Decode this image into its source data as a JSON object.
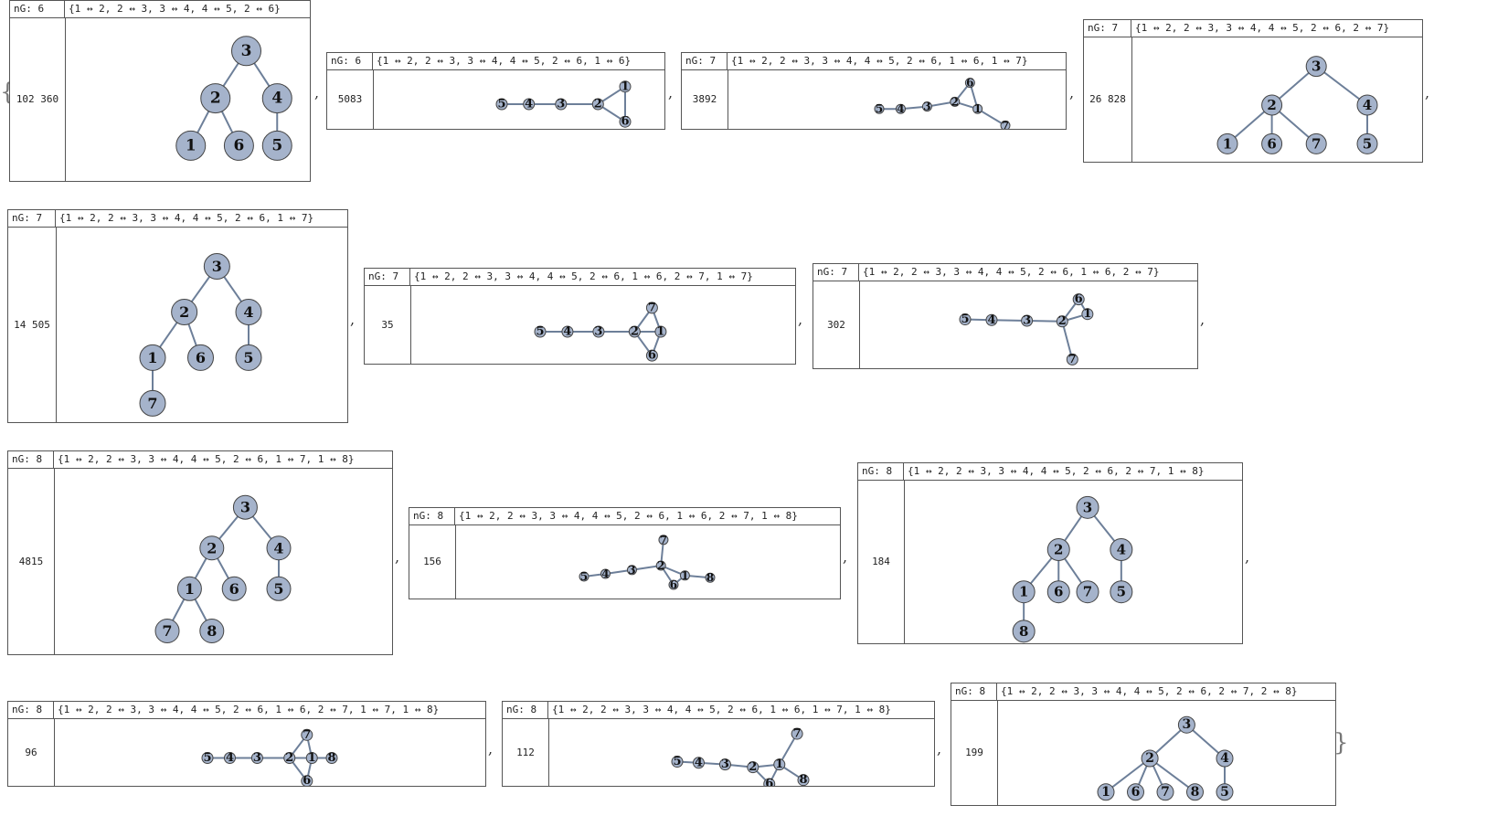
{
  "list_open": "{",
  "list_close": "}",
  "separator": ",",
  "ng_label": "nG:",
  "panels": [
    {
      "n": "6",
      "edges": "{1 ↔ 2, 2 ↔ 3, 3 ↔ 4, 4 ↔ 5, 2 ↔ 6}",
      "count": "102 360",
      "nodes": [
        [
          "3",
          0.5,
          0.1
        ],
        [
          "2",
          0.25,
          0.45
        ],
        [
          "4",
          0.75,
          0.45
        ],
        [
          "1",
          0.05,
          0.8
        ],
        [
          "6",
          0.44,
          0.8
        ],
        [
          "5",
          0.75,
          0.8
        ]
      ],
      "links": [
        [
          0,
          1
        ],
        [
          0,
          2
        ],
        [
          1,
          3
        ],
        [
          1,
          4
        ],
        [
          2,
          5
        ]
      ]
    },
    {
      "n": "6",
      "edges": "{1 ↔ 2, 2 ↔ 3, 3 ↔ 4, 4 ↔ 5, 2 ↔ 6, 1 ↔ 6}",
      "count": "5083",
      "nodes": [
        [
          "5",
          0.0,
          0.5
        ],
        [
          "4",
          0.22,
          0.5
        ],
        [
          "3",
          0.48,
          0.5
        ],
        [
          "2",
          0.78,
          0.5
        ],
        [
          "1",
          1.0,
          0.1
        ],
        [
          "6",
          1.0,
          0.9
        ]
      ],
      "links": [
        [
          0,
          1
        ],
        [
          1,
          2
        ],
        [
          2,
          3
        ],
        [
          3,
          4
        ],
        [
          3,
          5
        ],
        [
          4,
          5
        ]
      ]
    },
    {
      "n": "7",
      "edges": "{1 ↔ 2, 2 ↔ 3, 3 ↔ 4, 4 ↔ 5, 2 ↔ 6, 1 ↔ 6, 1 ↔ 7}",
      "count": "3892",
      "nodes": [
        [
          "5",
          0.0,
          0.6
        ],
        [
          "4",
          0.17,
          0.6
        ],
        [
          "3",
          0.38,
          0.55
        ],
        [
          "2",
          0.6,
          0.45
        ],
        [
          "6",
          0.72,
          0.05
        ],
        [
          "1",
          0.78,
          0.6
        ],
        [
          "7",
          1.0,
          0.95
        ]
      ],
      "links": [
        [
          0,
          1
        ],
        [
          1,
          2
        ],
        [
          2,
          3
        ],
        [
          3,
          4
        ],
        [
          3,
          5
        ],
        [
          4,
          5
        ],
        [
          5,
          6
        ]
      ]
    },
    {
      "n": "7",
      "edges": "{1 ↔ 2, 2 ↔ 3, 3 ↔ 4, 4 ↔ 5, 2 ↔ 6, 2 ↔ 7}",
      "count": "26 828",
      "nodes": [
        [
          "3",
          0.59,
          0.1
        ],
        [
          "2",
          0.32,
          0.5
        ],
        [
          "4",
          0.9,
          0.5
        ],
        [
          "1",
          0.05,
          0.9
        ],
        [
          "6",
          0.32,
          0.9
        ],
        [
          "7",
          0.59,
          0.9
        ],
        [
          "5",
          0.9,
          0.9
        ]
      ],
      "links": [
        [
          0,
          1
        ],
        [
          0,
          2
        ],
        [
          1,
          3
        ],
        [
          1,
          4
        ],
        [
          1,
          5
        ],
        [
          2,
          6
        ]
      ]
    },
    {
      "n": "7",
      "edges": "{1 ↔ 2, 2 ↔ 3, 3 ↔ 4, 4 ↔ 5, 2 ↔ 6, 1 ↔ 7}",
      "count": "14 505",
      "nodes": [
        [
          "3",
          0.67,
          0.1
        ],
        [
          "2",
          0.33,
          0.37
        ],
        [
          "4",
          1.0,
          0.37
        ],
        [
          "1",
          0.0,
          0.64
        ],
        [
          "6",
          0.5,
          0.64
        ],
        [
          "5",
          1.0,
          0.64
        ],
        [
          "7",
          0.0,
          0.91
        ]
      ],
      "links": [
        [
          0,
          1
        ],
        [
          0,
          2
        ],
        [
          1,
          3
        ],
        [
          1,
          4
        ],
        [
          2,
          5
        ],
        [
          3,
          6
        ]
      ]
    },
    {
      "n": "7",
      "edges": "{1 ↔ 2, 2 ↔ 3, 3 ↔ 4, 4 ↔ 5, 2 ↔ 6, 1 ↔ 6, 2 ↔ 7, 1 ↔ 7}",
      "count": "35",
      "nodes": [
        [
          "5",
          0.0,
          0.5
        ],
        [
          "4",
          0.22,
          0.5
        ],
        [
          "3",
          0.47,
          0.5
        ],
        [
          "2",
          0.76,
          0.5
        ],
        [
          "7",
          0.9,
          0.05
        ],
        [
          "1",
          0.97,
          0.5
        ],
        [
          "6",
          0.9,
          0.95
        ]
      ],
      "links": [
        [
          0,
          1
        ],
        [
          1,
          2
        ],
        [
          2,
          3
        ],
        [
          3,
          4
        ],
        [
          3,
          5
        ],
        [
          3,
          6
        ],
        [
          4,
          5
        ],
        [
          5,
          6
        ]
      ]
    },
    {
      "n": "7",
      "edges": "{1 ↔ 2, 2 ↔ 3, 3 ↔ 4, 4 ↔ 5, 2 ↔ 6, 1 ↔ 6, 2 ↔ 7}",
      "count": "302",
      "nodes": [
        [
          "5",
          0.0,
          0.35
        ],
        [
          "4",
          0.21,
          0.36
        ],
        [
          "3",
          0.49,
          0.37
        ],
        [
          "2",
          0.77,
          0.38
        ],
        [
          "6",
          0.9,
          0.05
        ],
        [
          "1",
          0.97,
          0.27
        ],
        [
          "7",
          0.85,
          0.95
        ]
      ],
      "links": [
        [
          0,
          1
        ],
        [
          1,
          2
        ],
        [
          2,
          3
        ],
        [
          3,
          4
        ],
        [
          3,
          5
        ],
        [
          4,
          5
        ],
        [
          3,
          6
        ]
      ]
    },
    {
      "n": "8",
      "edges": "{1 ↔ 2, 2 ↔ 3, 3 ↔ 4, 4 ↔ 5, 2 ↔ 6, 1 ↔ 7, 1 ↔ 8}",
      "count": "4815",
      "nodes": [
        [
          "3",
          0.7,
          0.08
        ],
        [
          "2",
          0.4,
          0.35
        ],
        [
          "4",
          1.0,
          0.35
        ],
        [
          "1",
          0.2,
          0.62
        ],
        [
          "6",
          0.6,
          0.62
        ],
        [
          "5",
          1.0,
          0.62
        ],
        [
          "7",
          0.0,
          0.9
        ],
        [
          "8",
          0.4,
          0.9
        ]
      ],
      "links": [
        [
          0,
          1
        ],
        [
          0,
          2
        ],
        [
          1,
          3
        ],
        [
          1,
          4
        ],
        [
          2,
          5
        ],
        [
          3,
          6
        ],
        [
          3,
          7
        ]
      ]
    },
    {
      "n": "8",
      "edges": "{1 ↔ 2, 2 ↔ 3, 3 ↔ 4, 4 ↔ 5, 2 ↔ 6, 1 ↔ 6, 2 ↔ 7, 1 ↔ 8}",
      "count": "156",
      "nodes": [
        [
          "5",
          0.0,
          0.7
        ],
        [
          "4",
          0.17,
          0.65
        ],
        [
          "3",
          0.38,
          0.58
        ],
        [
          "2",
          0.61,
          0.5
        ],
        [
          "7",
          0.63,
          0.03
        ],
        [
          "6",
          0.71,
          0.85
        ],
        [
          "1",
          0.8,
          0.68
        ],
        [
          "8",
          1.0,
          0.72
        ]
      ],
      "links": [
        [
          0,
          1
        ],
        [
          1,
          2
        ],
        [
          2,
          3
        ],
        [
          3,
          4
        ],
        [
          3,
          5
        ],
        [
          3,
          6
        ],
        [
          5,
          6
        ],
        [
          6,
          7
        ]
      ]
    },
    {
      "n": "8",
      "edges": "{1 ↔ 2, 2 ↔ 3, 3 ↔ 4, 4 ↔ 5, 2 ↔ 6, 2 ↔ 7, 1 ↔ 8}",
      "count": "184",
      "nodes": [
        [
          "3",
          0.63,
          0.08
        ],
        [
          "2",
          0.38,
          0.38
        ],
        [
          "4",
          0.92,
          0.38
        ],
        [
          "1",
          0.08,
          0.68
        ],
        [
          "6",
          0.38,
          0.68
        ],
        [
          "7",
          0.63,
          0.68
        ],
        [
          "5",
          0.92,
          0.68
        ],
        [
          "8",
          0.08,
          0.96
        ]
      ],
      "links": [
        [
          0,
          1
        ],
        [
          0,
          2
        ],
        [
          1,
          3
        ],
        [
          1,
          4
        ],
        [
          1,
          5
        ],
        [
          2,
          6
        ],
        [
          3,
          7
        ]
      ]
    },
    {
      "n": "8",
      "edges": "{1 ↔ 2, 2 ↔ 3, 3 ↔ 4, 4 ↔ 5, 2 ↔ 6, 1 ↔ 6, 2 ↔ 7, 1 ↔ 7, 1 ↔ 8}",
      "count": "96",
      "nodes": [
        [
          "5",
          0.0,
          0.5
        ],
        [
          "4",
          0.18,
          0.5
        ],
        [
          "3",
          0.4,
          0.5
        ],
        [
          "2",
          0.66,
          0.5
        ],
        [
          "7",
          0.8,
          0.1
        ],
        [
          "1",
          0.84,
          0.5
        ],
        [
          "6",
          0.8,
          0.9
        ],
        [
          "8",
          1.0,
          0.5
        ]
      ],
      "links": [
        [
          0,
          1
        ],
        [
          1,
          2
        ],
        [
          2,
          3
        ],
        [
          3,
          4
        ],
        [
          3,
          5
        ],
        [
          3,
          6
        ],
        [
          4,
          5
        ],
        [
          5,
          6
        ],
        [
          5,
          7
        ]
      ]
    },
    {
      "n": "8",
      "edges": "{1 ↔ 2, 2 ↔ 3, 3 ↔ 4, 4 ↔ 5, 2 ↔ 6, 1 ↔ 6, 1 ↔ 7, 1 ↔ 8}",
      "count": "112",
      "nodes": [
        [
          "5",
          0.0,
          0.55
        ],
        [
          "4",
          0.17,
          0.57
        ],
        [
          "3",
          0.38,
          0.6
        ],
        [
          "2",
          0.6,
          0.65
        ],
        [
          "6",
          0.73,
          0.95
        ],
        [
          "1",
          0.81,
          0.6
        ],
        [
          "7",
          0.95,
          0.05
        ],
        [
          "8",
          1.0,
          0.88
        ]
      ],
      "links": [
        [
          0,
          1
        ],
        [
          1,
          2
        ],
        [
          2,
          3
        ],
        [
          3,
          4
        ],
        [
          3,
          5
        ],
        [
          4,
          5
        ],
        [
          5,
          6
        ],
        [
          5,
          7
        ]
      ]
    },
    {
      "n": "8",
      "edges": "{1 ↔ 2, 2 ↔ 3, 3 ↔ 4, 4 ↔ 5, 2 ↔ 6, 2 ↔ 7, 2 ↔ 8}",
      "count": "199",
      "nodes": [
        [
          "3",
          0.68,
          0.1
        ],
        [
          "2",
          0.37,
          0.5
        ],
        [
          "4",
          1.0,
          0.5
        ],
        [
          "1",
          0.0,
          0.9
        ],
        [
          "6",
          0.25,
          0.9
        ],
        [
          "7",
          0.5,
          0.9
        ],
        [
          "8",
          0.75,
          0.9
        ],
        [
          "5",
          1.0,
          0.9
        ]
      ],
      "links": [
        [
          0,
          1
        ],
        [
          0,
          2
        ],
        [
          1,
          3
        ],
        [
          1,
          4
        ],
        [
          1,
          5
        ],
        [
          1,
          6
        ],
        [
          2,
          7
        ]
      ]
    }
  ]
}
